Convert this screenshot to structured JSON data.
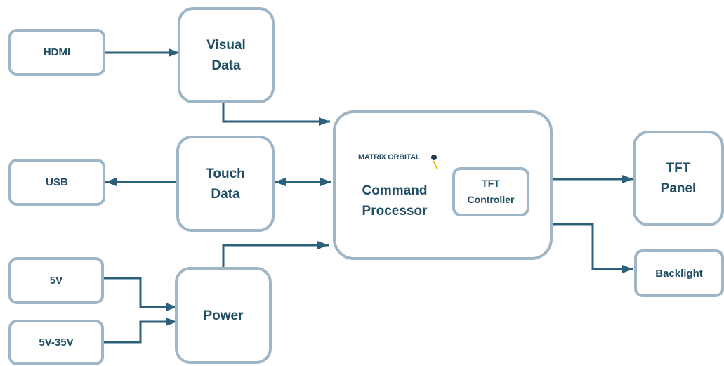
{
  "diagram": {
    "nodes": {
      "hdmi": "HDMI",
      "usb": "USB",
      "v5": "5V",
      "v5_35": "5V-35V",
      "visual": [
        "Visual",
        "Data"
      ],
      "touch": [
        "Touch",
        "Data"
      ],
      "power": "Power",
      "command": [
        "Command",
        "Processor"
      ],
      "tft_controller": [
        "TFT",
        "Controller"
      ],
      "tft_panel": [
        "TFT",
        "Panel"
      ],
      "backlight": "Backlight"
    },
    "logo": "MATRIX ORBITAL",
    "colors": {
      "border": "#9fb6c6",
      "arrow": "#2b5f7a",
      "text": "#1f4e64"
    }
  }
}
